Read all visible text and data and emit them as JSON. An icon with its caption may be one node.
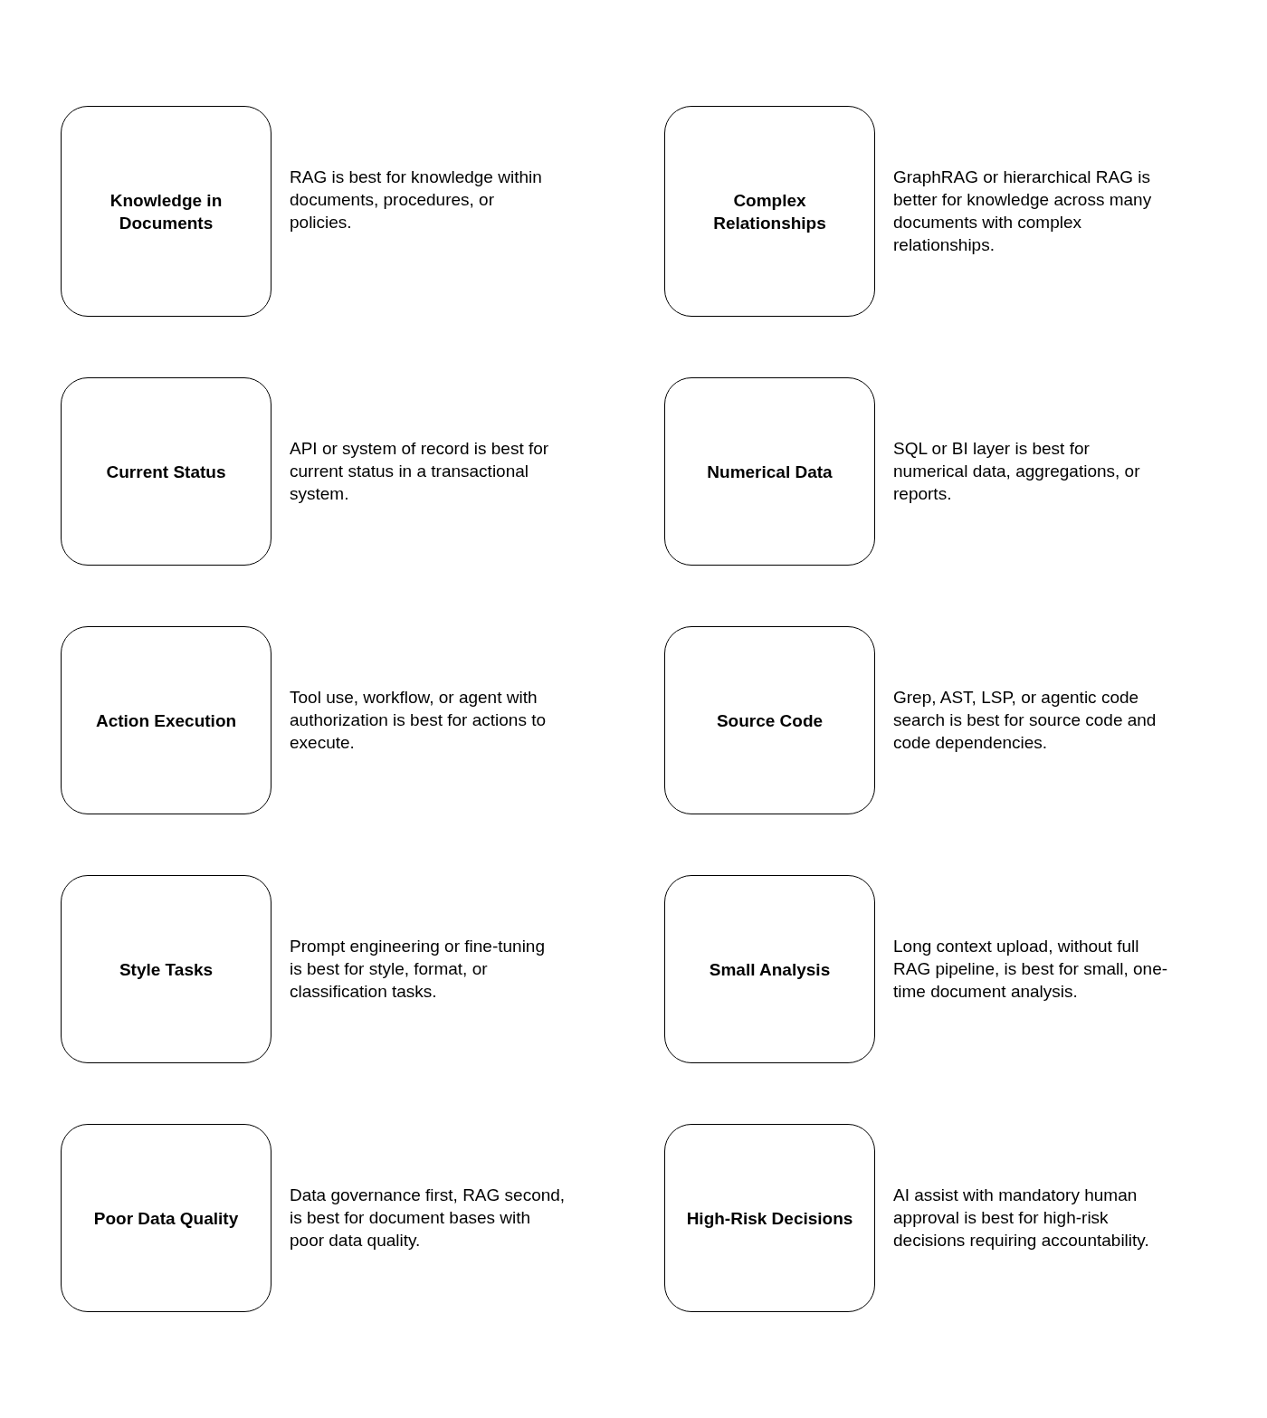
{
  "diagram": {
    "nodes": [
      {
        "text": [
          "Knowledge in Documents"
        ],
        "beside": [
          "RAG is best for knowledge within documents, procedures, or policies."
        ]
      },
      {
        "text": [
          "Complex Relationships"
        ],
        "beside": [
          "GraphRAG or hierarchical RAG is better for knowledge across many documents with complex relationships."
        ]
      },
      {
        "text": [
          "Current Status"
        ],
        "beside": [
          "API or system of record is best for current status in a transactional system."
        ]
      },
      {
        "text": [
          "Numerical Data"
        ],
        "beside": [
          "SQL or BI layer is best for numerical data, aggregations, or reports."
        ]
      },
      {
        "text": [
          "Action Execution"
        ],
        "beside": [
          "Tool use, workflow, or agent with authorization is best for actions to execute."
        ]
      },
      {
        "text": [
          "Source Code"
        ],
        "beside": [
          "Grep, AST, LSP, or agentic code search is best for source code and code dependencies."
        ]
      },
      {
        "text": [
          "Style Tasks"
        ],
        "beside": [
          "Prompt engineering or fine-tuning is best for style, format, or classification tasks."
        ]
      },
      {
        "text": [
          "Small Analysis"
        ],
        "beside": [
          "Long context upload, without full RAG pipeline, is best for small, one-time document analysis."
        ]
      },
      {
        "text": [
          "Poor Data Quality"
        ],
        "beside": [
          "Data governance first, RAG second, is best for document bases with poor data quality."
        ]
      },
      {
        "text": [
          "High-Risk Decisions"
        ],
        "beside": [
          "AI assist with mandatory human approval is best for high-risk decisions requiring accountability."
        ]
      }
    ]
  }
}
